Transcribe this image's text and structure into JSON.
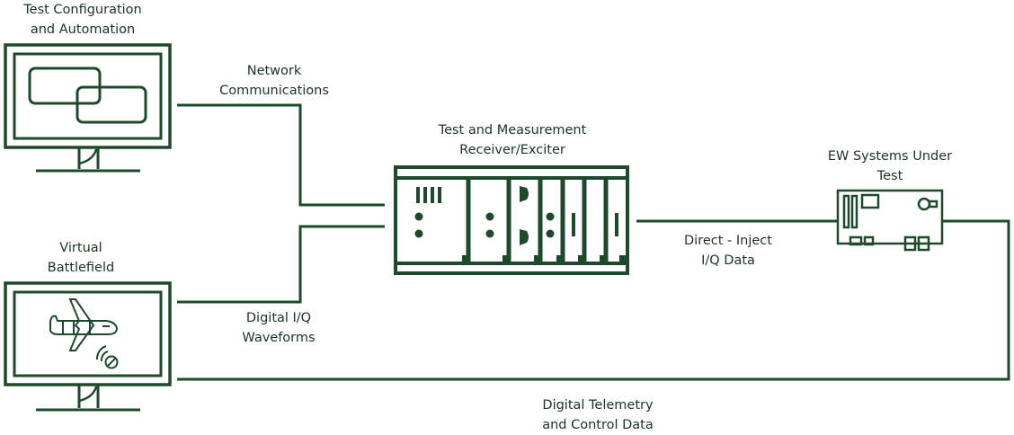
{
  "colors": {
    "ink": "#1e4a2c",
    "background": "#ffffff"
  },
  "nodes": {
    "test_config": {
      "label": [
        "Test Configuration",
        "and Automation"
      ],
      "icon": "monitor-windows-icon"
    },
    "virtual_battlefield": {
      "label": [
        "Virtual",
        "Battlefield"
      ],
      "icon": "monitor-aircraft-icon"
    },
    "receiver_exciter": {
      "label": [
        "Test and Measurement",
        "Receiver/Exciter"
      ],
      "icon": "instrument-chassis-icon"
    },
    "ew_systems": {
      "label": [
        "EW Systems Under",
        "Test"
      ],
      "icon": "circuit-board-icon"
    }
  },
  "connections": {
    "network": {
      "label": [
        "Network",
        "Communications"
      ],
      "from": "test_config",
      "to": "receiver_exciter"
    },
    "digital_iq": {
      "label": [
        "Digital I/Q",
        "Waveforms"
      ],
      "from": "virtual_battlefield",
      "to": "receiver_exciter"
    },
    "direct_inject": {
      "label": [
        "Direct - Inject",
        "I/Q Data"
      ],
      "from": "receiver_exciter",
      "to": "ew_systems"
    },
    "telemetry": {
      "label": [
        "Digital Telemetry",
        "and Control Data"
      ],
      "from": "ew_systems",
      "to": "virtual_battlefield"
    }
  }
}
